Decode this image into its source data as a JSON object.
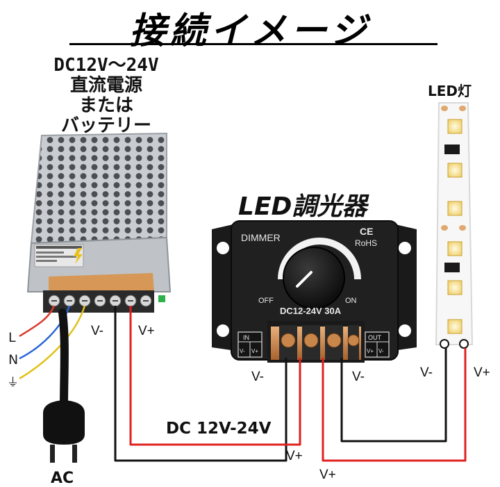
{
  "title": "接続イメージ",
  "power_source": {
    "lines": [
      "DC12V～24V",
      "直流電源",
      "または",
      "バッテリー"
    ]
  },
  "dimmer": {
    "title": "LED調光器",
    "brand_label": "DIMMER",
    "ce_mark": "CE",
    "rohs_mark": "RoHS",
    "off_label": "OFF",
    "on_label": "ON",
    "rating": "DC12-24V  30A",
    "in_label": "IN",
    "out_label": "OUT",
    "terminal_minus": "V-",
    "terminal_plus": "V+"
  },
  "led": {
    "title": "LED灯"
  },
  "psu_terminal_labels": {
    "minus": "V-",
    "plus": "V+"
  },
  "ac_side": {
    "l": "L",
    "n": "N",
    "ground_symbol": "⏚",
    "ac_label": "AC"
  },
  "wire_labels": {
    "dimmer_in_minus": "V-",
    "dimmer_out_minus": "V-",
    "led_minus": "V-",
    "led_plus": "V+",
    "bottom_plus_1": "V+",
    "bottom_plus_2": "V+",
    "dc_range": "DC 12V-24V"
  },
  "colors": {
    "positive_wire": "#e02020",
    "negative_wire": "#111111",
    "l_wire": "#d83a2a",
    "n_wire": "#2a66d8",
    "ground_wire": "#e0c21a"
  }
}
